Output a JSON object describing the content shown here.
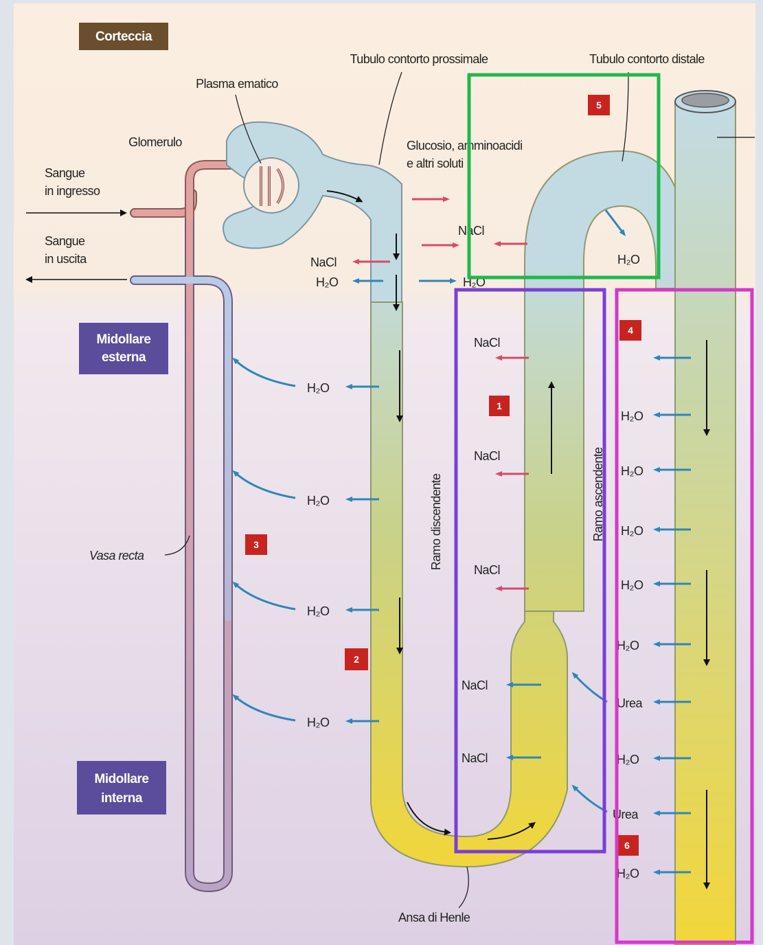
{
  "zones": {
    "cortex": "Corteccia",
    "outer_medulla": [
      "Midollare",
      "esterna"
    ],
    "inner_medulla": [
      "Midollare",
      "interna"
    ]
  },
  "labels": {
    "proximal_tubule": "Tubulo contorto prossimale",
    "distal_tubule": "Tubulo contorto distale",
    "blood_plasma": "Plasma ematico",
    "glomerulus": "Glomerulo",
    "blood_in": [
      "Sangue",
      "in ingresso"
    ],
    "blood_out": [
      "Sangue",
      "in uscita"
    ],
    "solutes": [
      "Glucosio, amminoacidi",
      "e altri soluti"
    ],
    "vasa_recta": "Vasa recta",
    "descending_limb": "Ramo discendente",
    "ascending_limb": "Ramo ascendente",
    "loop_of_henle": "Ansa di Henle"
  },
  "substances": {
    "water": "H₂O",
    "salt": "NaCl",
    "urea": "Urea"
  },
  "step_markers": [
    "1",
    "2",
    "3",
    "4",
    "5",
    "6"
  ],
  "colors": {
    "cortex_bg": "#fbeee0",
    "medulla_bg": "#e4dbe9",
    "zone_box": "#5b4d9c",
    "cortex_box": "#6b4e2e",
    "step_marker": "#c8241f",
    "water_arrow": "#2f86b8",
    "salt_arrow": "#d64a6a",
    "tubule_blue": "#c2dbe3",
    "tubule_yellow": "#f0d848",
    "vessel_red": "#e2a3a0",
    "vessel_blue": "#b6c9e8",
    "highlight_green": "#1fb84e",
    "highlight_purple": "#7a3fd6",
    "highlight_magenta": "#d43ac8"
  }
}
